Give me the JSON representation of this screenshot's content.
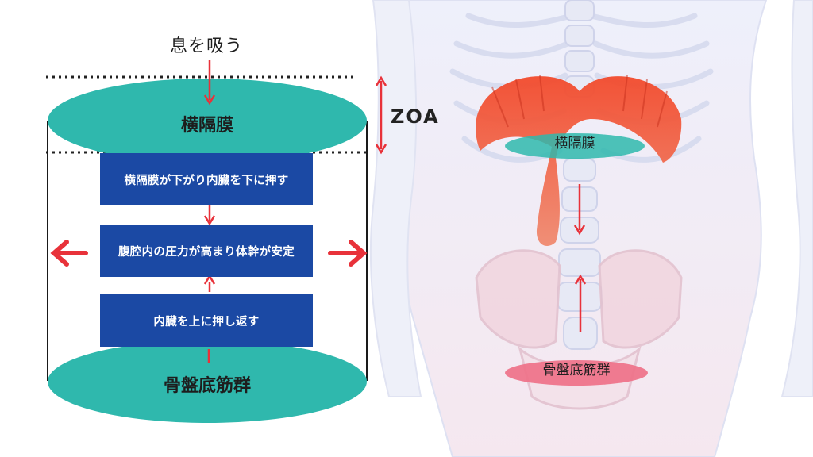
{
  "labels": {
    "inhale": "息を吸う",
    "zoa": "ZOA",
    "diaphragm": "横隔膜",
    "pelvic_floor": "骨盤底筋群"
  },
  "steps": [
    "横隔膜が下がり内臓を下に押す",
    "腹腔内の圧力が高まり体幹が安定",
    "内臓を上に押し返す"
  ],
  "colors": {
    "ellipse_teal": "#2fb8ad",
    "step_blue": "#1b49a4",
    "arrow_red": "#e8323a",
    "diaphragm_muscle": "#e8442e",
    "pelvic_pink": "#ee6f86"
  }
}
